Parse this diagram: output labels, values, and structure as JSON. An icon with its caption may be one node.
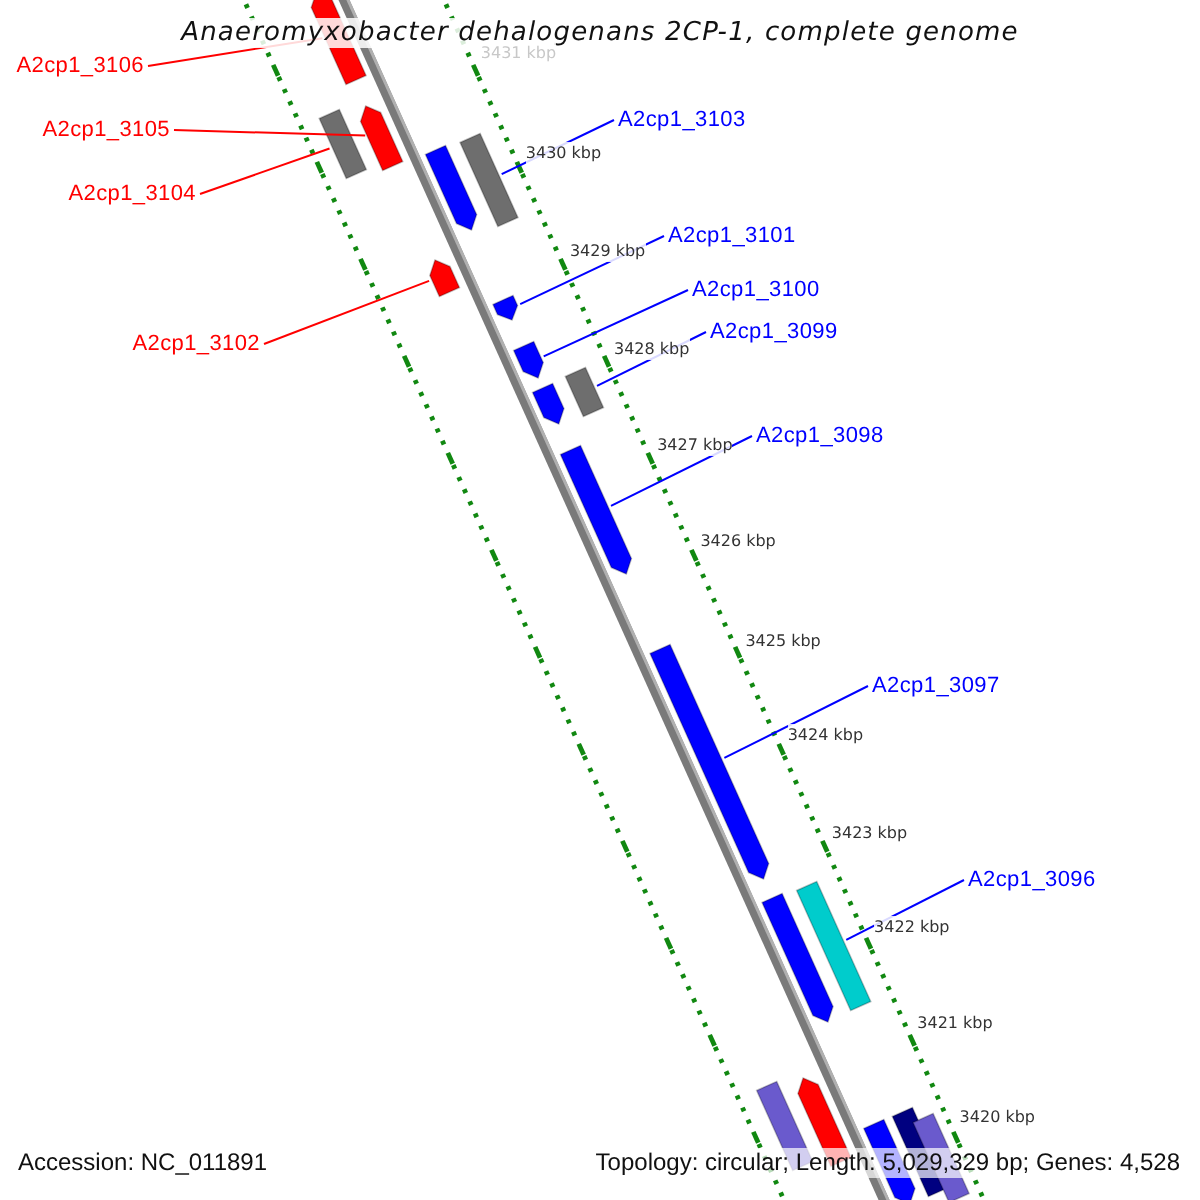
{
  "diagram": {
    "title": "Anaeromyxobacter dehalogenans 2CP-1, complete genome",
    "nodes": [
      {
        "text": [
          "A2cp1_3106"
        ]
      },
      {
        "text": [
          "A2cp1_3103"
        ]
      },
      {
        "text": [
          "A2cp1_3105"
        ]
      },
      {
        "text": [
          "A2cp1_3104"
        ]
      },
      {
        "text": [
          "A2cp1_3101"
        ]
      },
      {
        "text": [
          "A2cp1_3100"
        ]
      },
      {
        "text": [
          "A2cp1_3099"
        ]
      },
      {
        "text": [
          "A2cp1_3102"
        ]
      },
      {
        "text": [
          "A2cp1_3098"
        ]
      },
      {
        "text": [
          "A2cp1_3097"
        ]
      },
      {
        "text": [
          "A2cp1_3096"
        ]
      },
      {
        "text": [],
        "shape": "pentagon"
      },
      {
        "text": [],
        "shape": "pentagon"
      },
      {
        "text": [],
        "shape": "box"
      },
      {
        "text": [],
        "shape": "box"
      },
      {
        "text": [],
        "shape": "pentagon"
      },
      {
        "text": [],
        "shape": "pentagon"
      },
      {
        "text": [],
        "shape": "pentagon"
      },
      {
        "text": [],
        "shape": "pentagon"
      },
      {
        "text": [],
        "shape": "box"
      },
      {
        "text": [],
        "shape": "pentagon"
      },
      {
        "text": [],
        "shape": "pentagon"
      },
      {
        "text": [],
        "shape": "pentagon"
      },
      {
        "text": [],
        "shape": "box"
      },
      {
        "text": [],
        "shape": "pentagon"
      },
      {
        "text": [],
        "shape": "pentagon"
      },
      {
        "text": [],
        "shape": "box"
      },
      {
        "text": [],
        "shape": "box"
      },
      {
        "text": [],
        "shape": "box"
      },
      {
        "text": [],
        "shape": "pentagon"
      }
    ],
    "edges": [
      {
        "from": 0,
        "to": 11,
        "arrow": "none",
        "color": "#ff0000"
      },
      {
        "from": 1,
        "to": 14,
        "arrow": "none"
      },
      {
        "from": 2,
        "to": 12,
        "arrow": "none",
        "color": "#ff0000"
      },
      {
        "from": 3,
        "to": 13,
        "arrow": "none",
        "color": "#ff0000"
      },
      {
        "from": 4,
        "to": 17,
        "arrow": "none"
      },
      {
        "from": 5,
        "to": 18,
        "arrow": "none"
      },
      {
        "from": 6,
        "to": 19,
        "arrow": "none"
      },
      {
        "from": 7,
        "to": 16,
        "arrow": "none",
        "color": "#ff0000"
      },
      {
        "from": 8,
        "to": 21,
        "arrow": "none"
      },
      {
        "from": 9,
        "to": 22,
        "arrow": "none"
      },
      {
        "from": 10,
        "to": 23,
        "arrow": "none"
      }
    ],
    "labels": [
      "3431 kbp",
      "3430 kbp",
      "3429 kbp",
      "3428 kbp",
      "3427 kbp",
      "3426 kbp",
      "3425 kbp",
      "3424 kbp",
      "3423 kbp",
      "3422 kbp",
      "3421 kbp",
      "3420 kbp",
      "Accession: NC_011891",
      "Topology: circular; Length: 5,029,329 bp; Genes: 4,528"
    ]
  }
}
